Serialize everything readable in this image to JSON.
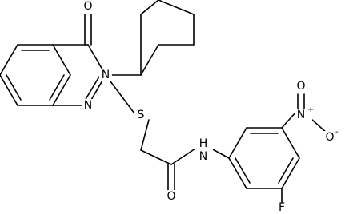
{
  "molecule": {
    "atoms": {
      "O_carbonyl_top": "O",
      "N3": "N",
      "N1": "N",
      "S": "S",
      "N_amide": "N",
      "H_amide": "H",
      "O_amide": "O",
      "N_nitro": "N",
      "N_nitro_charge": "+",
      "O_nitro_top": "O",
      "O_nitro_right": "O",
      "O_nitro_right_charge": "-",
      "F": "F"
    }
  }
}
